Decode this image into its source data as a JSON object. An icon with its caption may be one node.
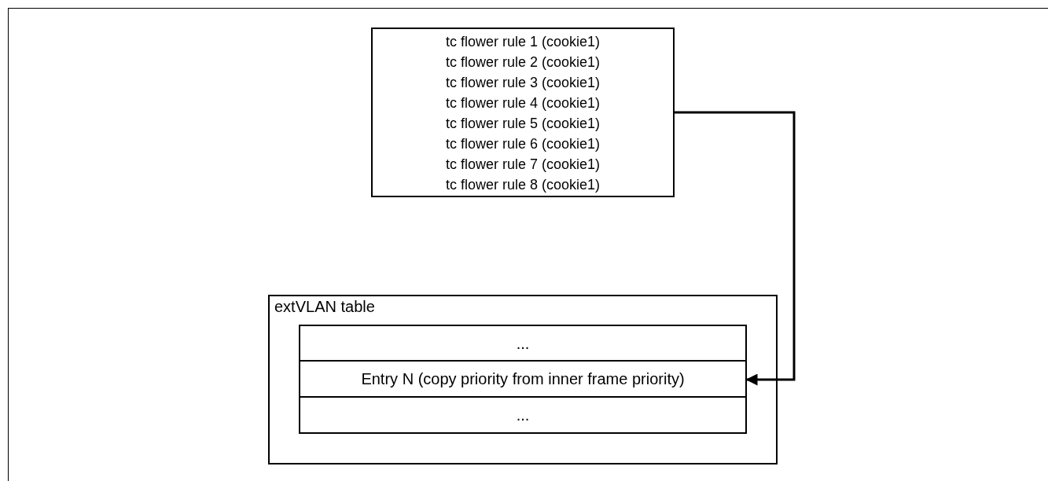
{
  "diagram": {
    "nodes": [
      {
        "text": [
          "tc flower rule 1 (cookie1)",
          "tc flower rule 2 (cookie1)",
          "tc flower rule 3 (cookie1)",
          "tc flower rule 4 (cookie1)",
          "tc flower rule 5 (cookie1)",
          "tc flower rule 6 (cookie1)",
          "tc flower rule 7 (cookie1)",
          "tc flower rule 8 (cookie1)"
        ]
      },
      {
        "text": [
          "extVLAN table"
        ]
      },
      {
        "text": [
          "..."
        ],
        "in": 1
      },
      {
        "text": [
          "Entry N (copy priority from inner frame priority)"
        ],
        "in": 1
      },
      {
        "text": [
          "..."
        ],
        "in": 1
      }
    ],
    "edges": [
      {
        "from": 0,
        "to": 3,
        "arrow": "to"
      }
    ]
  }
}
